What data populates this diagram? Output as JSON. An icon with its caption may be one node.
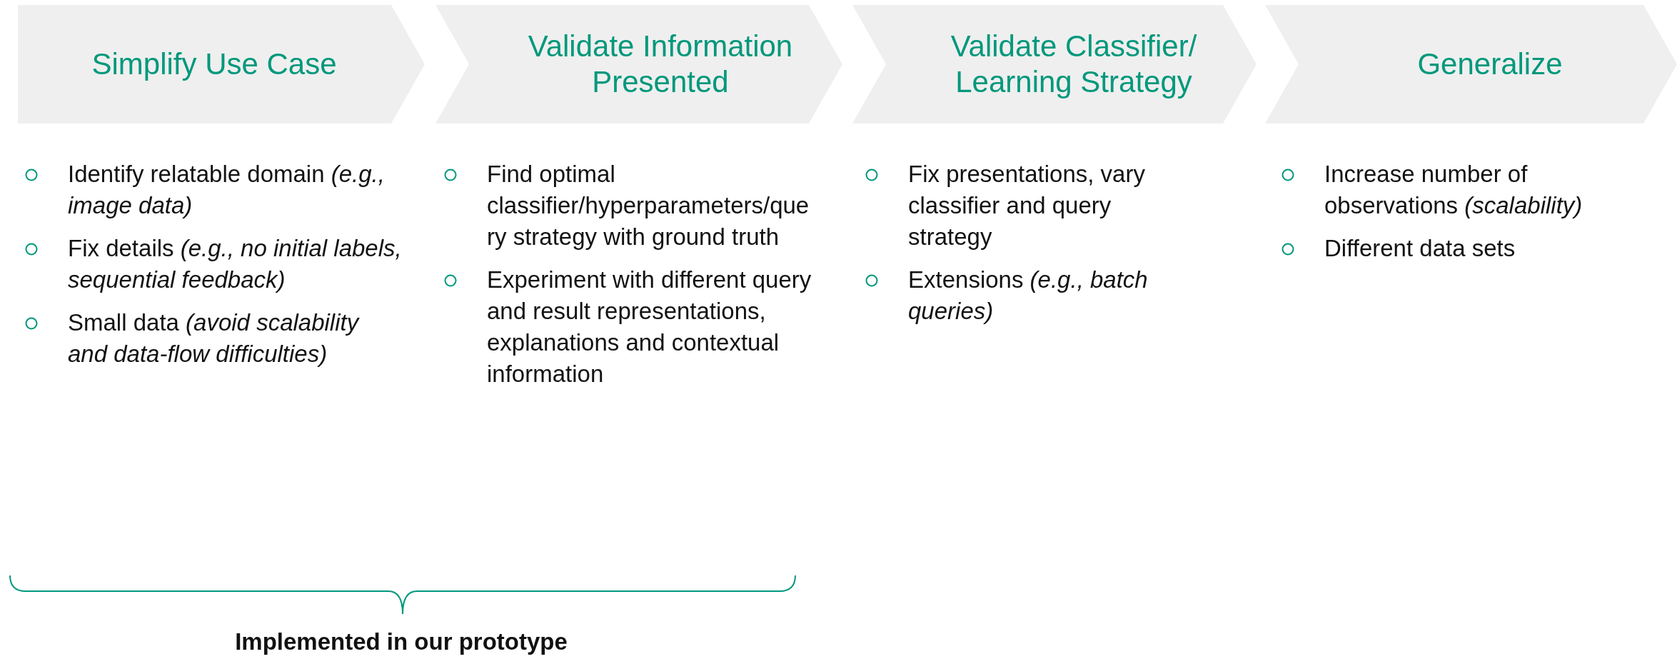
{
  "diagram": {
    "nodes": [
      {
        "text": [
          "Simplify Use Case"
        ],
        "beside": [
          "Identify relatable domain *(e.g., image data)*",
          "Fix details *(e.g., no initial labels, sequential feedback)*",
          "Small data *(avoid scalability and data-flow difficulties)*"
        ]
      },
      {
        "text": [
          "Validate Information Presented"
        ],
        "beside": [
          "Find optimal classifier/hyperparameters/query strategy with ground truth",
          "Experiment with different query and result representations, explanations and contextual information"
        ]
      },
      {
        "text": [
          "Validate Classifier/ Learning Strategy"
        ],
        "beside": [
          "Fix presentations, vary classifier and query strategy",
          "Extensions *(e.g., batch queries)*"
        ]
      },
      {
        "text": [
          "Generalize"
        ],
        "beside": [
          "Increase number of observations *(scalability)*",
          "Different data sets"
        ]
      }
    ],
    "edges": [],
    "labels": [
      "Implemented in our prototype"
    ]
  }
}
